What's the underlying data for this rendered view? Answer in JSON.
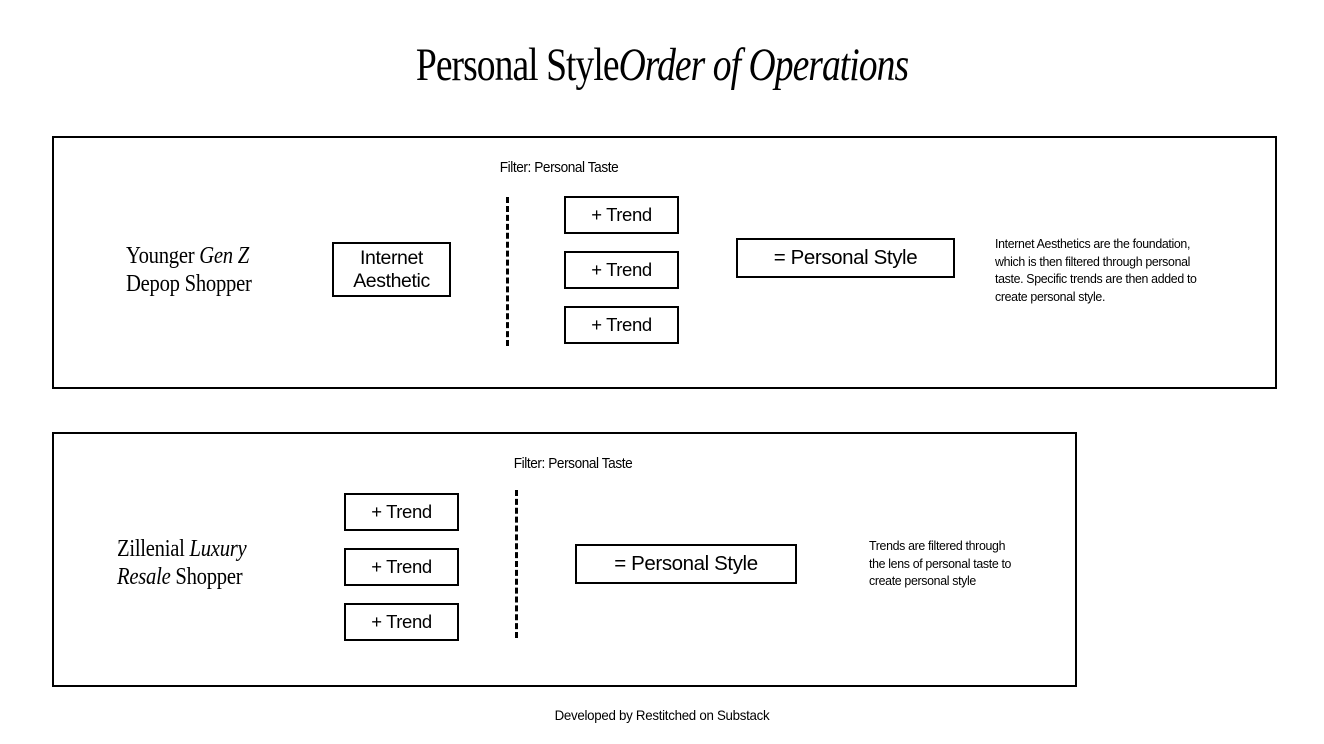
{
  "title": {
    "roman": "Personal Style",
    "italic": "Order of Operations"
  },
  "panels": [
    {
      "persona": {
        "line1_roman": "Younger ",
        "line1_italic": "Gen Z",
        "line2_roman": "Depop Shopper"
      },
      "filter_label": "Filter: Personal Taste",
      "aesthetic_box": {
        "line1": "Internet",
        "line2": "Aesthetic"
      },
      "trends": [
        "+ Trend",
        "+ Trend",
        "+ Trend"
      ],
      "result": "= Personal Style",
      "note": [
        "Internet Aesthetics are the foundation,",
        "which is then filtered through personal",
        "taste. Specific trends are then added to",
        "create personal style."
      ]
    },
    {
      "persona": {
        "line1_roman": "Zillenial ",
        "line1_italic": "Luxury",
        "line2_italic": "Resale",
        "line2_roman": " Shopper"
      },
      "filter_label": "Filter: Personal Taste",
      "trends": [
        "+ Trend",
        "+ Trend",
        "+ Trend"
      ],
      "result": "= Personal Style",
      "note": [
        "Trends are filtered through",
        "the lens of personal taste to",
        "create personal style"
      ]
    }
  ],
  "footer": "Developed by Restitched on Substack"
}
